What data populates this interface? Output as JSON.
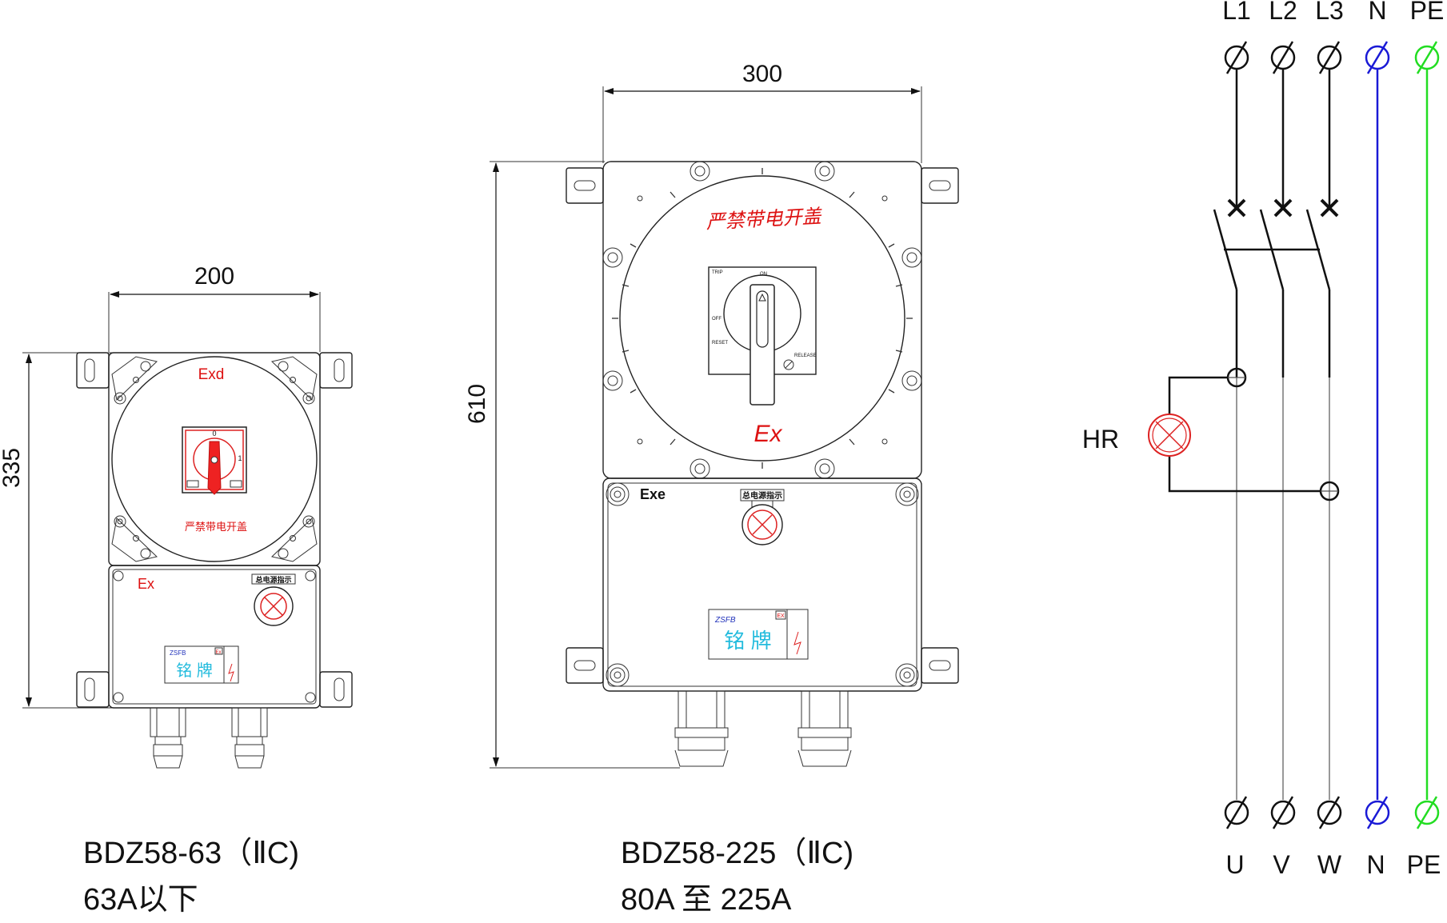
{
  "dimensions": {
    "small_width": "200",
    "small_height": "335",
    "large_width": "300",
    "large_height": "610"
  },
  "small_box": {
    "flameproof_label": "Exd",
    "cover_warning": "严禁带电开盖",
    "ex_label": "Ex",
    "indicator_label": "总电源指示",
    "nameplate_brand": "ZSFB",
    "nameplate_text": "铭 牌",
    "nameplate_mark": "Ex",
    "switch_off": "0",
    "switch_on": "1"
  },
  "large_box": {
    "cover_warning": "严禁带电开盖",
    "ex_label": "Ex",
    "exe_label": "Exe",
    "indicator_label": "总电源指示",
    "nameplate_brand": "ZSFB",
    "nameplate_text": "铭 牌",
    "nameplate_mark": "EX",
    "switch_trip": "TRIP",
    "switch_on": "ON",
    "switch_off": "OFF",
    "switch_reset": "RESET",
    "switch_release": "RELEASE"
  },
  "captions": {
    "small_model": "BDZ58-63（ⅡC)",
    "small_rating": "63A以下",
    "large_model": "BDZ58-225（ⅡC)",
    "large_rating": "80A 至 225A"
  },
  "schematic": {
    "inputs": [
      "L1",
      "L2",
      "L3",
      "N",
      "PE"
    ],
    "outputs": [
      "U",
      "V",
      "W",
      "N",
      "PE"
    ],
    "lamp_label": "HR",
    "colors": {
      "phase": "#111111",
      "neutral": "#1a1ad6",
      "earth": "#22dd22"
    }
  },
  "colors": {
    "warning_red": "#dd1111",
    "nameplate_cyan": "#22bbdd",
    "nameplate_blue": "#2233bb"
  }
}
